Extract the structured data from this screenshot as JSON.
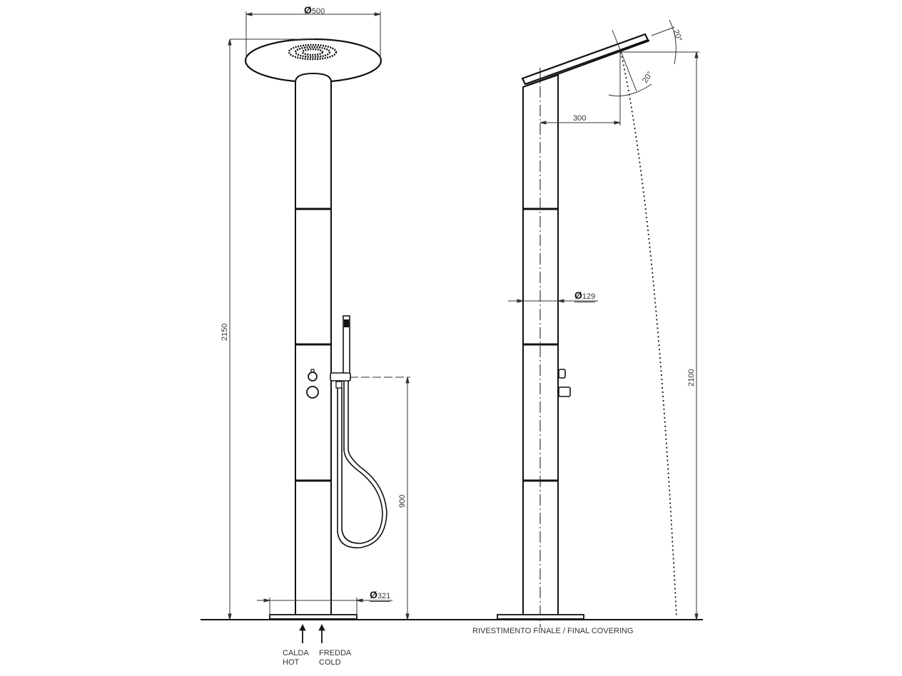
{
  "front_view": {
    "head_diameter": {
      "symbol": "Ø",
      "value": "500"
    },
    "total_height": "2150",
    "mixer_height": "900",
    "base_diameter": {
      "symbol": "Ø",
      "value": "321"
    },
    "inlets": [
      {
        "it": "CALDA",
        "en": "HOT"
      },
      {
        "it": "FREDDA",
        "en": "COLD"
      }
    ]
  },
  "side_view": {
    "head_offset": "300",
    "tilt_angle_upper": "20°",
    "tilt_angle_lower": "20°",
    "column_diameter": {
      "symbol": "Ø",
      "value": "129"
    },
    "head_height": "2100",
    "floor_label": "RIVESTIMENTO FINALE / FINAL COVERING"
  },
  "colors": {
    "line": "#111111",
    "dim": "#333333",
    "background": "#ffffff"
  }
}
